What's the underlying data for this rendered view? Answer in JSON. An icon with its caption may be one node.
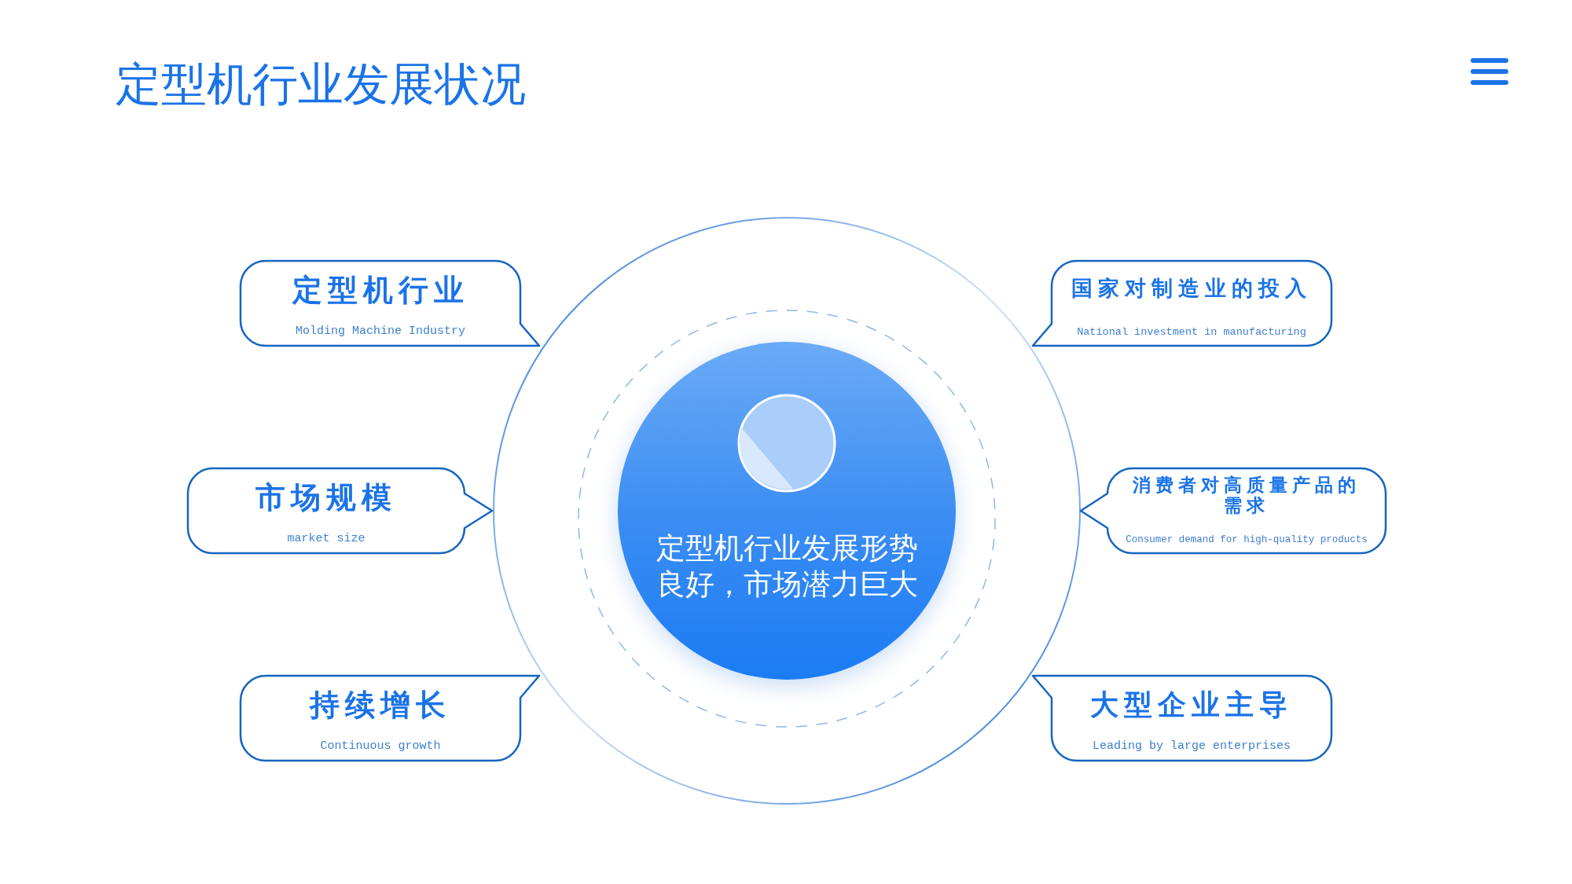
{
  "diagram": {
    "title": "定型机行业发展状况",
    "nodes": [
      {
        "text": [
          "定型机行业发展形势良好，市场潜力巨大"
        ]
      },
      {
        "text": [
          "定型机行业",
          "Molding Machine Industry"
        ]
      },
      {
        "text": [
          "市场规模",
          "market size"
        ]
      },
      {
        "text": [
          "持续增长",
          "Continuous growth"
        ]
      },
      {
        "text": [
          "国家对制造业的投入",
          "National investment in manufacturing"
        ]
      },
      {
        "text": [
          "消费者对高质量产品的需求",
          "Consumer demand for high-quality products"
        ]
      },
      {
        "text": [
          "大型企业主导",
          "Leading by large enterprises"
        ]
      }
    ]
  }
}
